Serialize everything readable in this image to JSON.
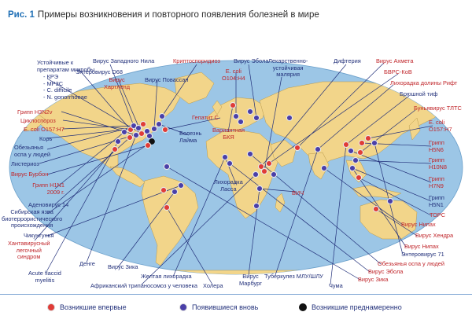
{
  "figure": {
    "number": "Рис. 1",
    "title": "Примеры возникновения и повторного появления болезней в мире"
  },
  "colors": {
    "ocean": "#9cc6e6",
    "land": "#f2d58a",
    "emerging": "#e03c37",
    "reemerging": "#4a3fa8",
    "deliberate": "#111111",
    "label_blue": "#22307a",
    "label_red": "#c0262b"
  },
  "labels": {
    "resistant_title": "Устойчивые к\nпрепаратам микробы",
    "resistant_list": "- КРЭ\n- MP3C\n- C. difficile\n- N. gonorrhoeae",
    "enterovirus_d68": "Энтеровирус D68",
    "west_nile": "Вирус Западного Нила",
    "heartland": "Вирус\nХартленд",
    "powassan": "Вирус Повассан",
    "cryptosporidiosis": "Криптоспоридиоз",
    "ecoli_o104": "E. coli\nO104:H4",
    "ebola_top": "Вирус Эбола",
    "drug_malaria": "Лекарственно-\nустойчивая\nмалярия",
    "diphtheria": "Дифтерия",
    "akhmeta": "Вирус Ахмета",
    "brsv": "БВРС-КоВ",
    "rift": "Лихорадка долины Рифт",
    "brucellosis": "Брюшной тиф",
    "bunyavirus": "Буньявирус ТЛТС",
    "ecoli_o157_right": "E. coli\nO157:H7",
    "h5n6": "Грипп\nH5N6",
    "h10n8": "Грипп\nH10N8",
    "h7n9": "Грипп\nH7N9",
    "h5n1": "Грипп\nH5N1",
    "sars": "ТОРС",
    "nipah_top": "Вирус Нипах",
    "hendra": "Вирус Хендра",
    "nipah": "Вирус Нипах",
    "ev71": "Энтеровирус 71",
    "monkeypox_right": "Обезьянья оспа у людей",
    "ebola_bottom": "Вирус Эбола",
    "zika_right": "Вирус Зика",
    "plague": "Чума",
    "tb": "Туберкулез МЛУ/ШЛУ",
    "marburg": "Вирус\nМарбург",
    "cholera": "Холера",
    "yellow_fever": "Желтая лихорадка",
    "trypanosomiasis": "Африканский трипаносомоз у человека",
    "zika_left": "Вирус Зика",
    "dengue": "Денге",
    "afm": "Acute flaccid\nmyelitis",
    "hantavirus": "Хантавирусный\nлегочный\nсиндром",
    "chikungunya": "Чикунгунья",
    "bioterror": "Сибирская язва\nбиотеррористического\nпроисхождения",
    "adenovirus": "Аденовирус 14",
    "h1n1": "Грипп H1N1\n2009 г.",
    "bourbon": "Вирус Бурбон",
    "listeriosis": "Листериоз",
    "monkeypox_left": "Обезьянья\nоспа у людей",
    "measles": "Корь",
    "ecoli_o157_left": "E. coli O157:H7",
    "cyclospora": "Циклоспороз",
    "h3n2v": "Грипп H3N2v",
    "hepatitis_c": "Гепатит С",
    "lyme": "Болезнь\nЛайма",
    "vcjd": "Вариантная\nБКЯ",
    "lassa": "Лихорадка\nЛасса",
    "hiv": "ВИЧ"
  },
  "legend": {
    "emerging": "Возникшие впервые",
    "reemerging": "Появившиеся вновь",
    "deliberate": "Возникшие преднамеренно"
  }
}
